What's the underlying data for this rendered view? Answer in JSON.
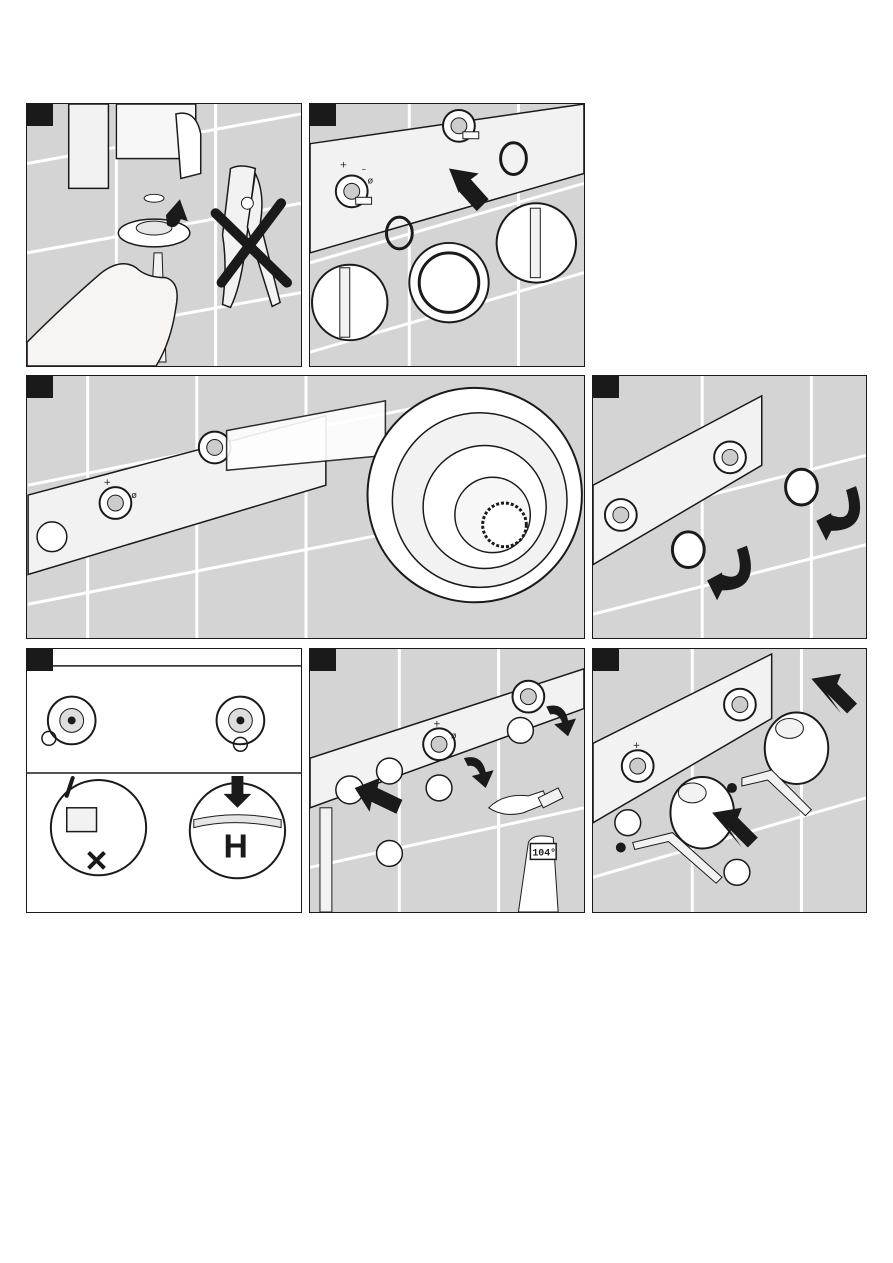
{
  "panels": [
    {
      "id": "p1",
      "step_marker": "step-1"
    },
    {
      "id": "p2",
      "step_marker": "step-2"
    },
    {
      "id": "p3",
      "step_marker": "step-3"
    },
    {
      "id": "p4",
      "step_marker": "step-4"
    },
    {
      "id": "p5",
      "step_marker": "step-5"
    },
    {
      "id": "p6",
      "step_marker": "step-6"
    },
    {
      "id": "p7",
      "step_marker": "step-7"
    }
  ],
  "symbols": {
    "plus": "+",
    "minus": "–",
    "lock": "ø",
    "hot_mark": "H",
    "display_temp": "104°"
  },
  "colors": {
    "tile": "#d4d4d4",
    "tile_line": "#ffffff",
    "outline": "#1a1a1a",
    "bar": "#f2f2f2",
    "skin": "#f7f4f1",
    "arrow": "#1a1a1a"
  },
  "icons": [
    "pliers-crossed-icon",
    "wrench-icon",
    "hand-icon",
    "arrow-icon",
    "thermostat-dial-icon",
    "hex-key-icon",
    "shower-head-icon",
    "thermometer-display-icon"
  ]
}
